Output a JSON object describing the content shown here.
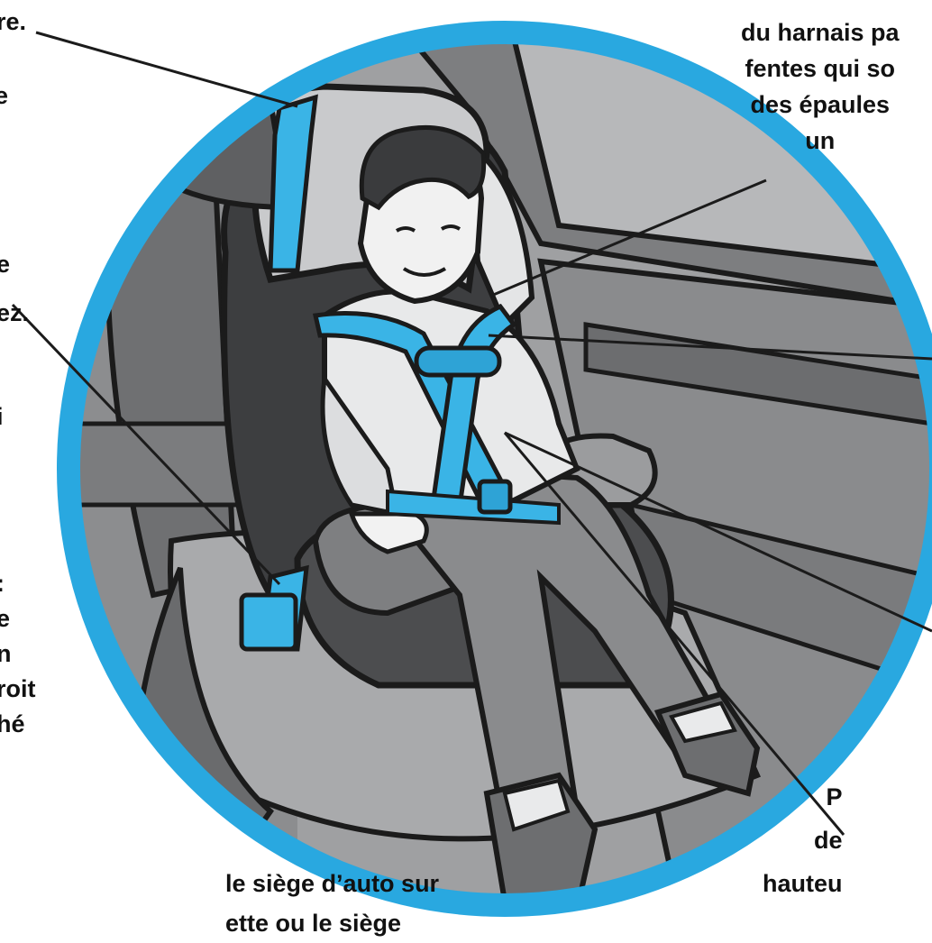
{
  "colors": {
    "ring": "#29a8e0",
    "harness": "#3ab4e6",
    "harness_dark": "#1b8fc2",
    "car_grey": "#9a9b9d",
    "seat_dark": "#3d3e40",
    "shirt": "#e8e9ea",
    "pants": "#8a8b8d",
    "outline": "#1b1b1b",
    "background": "#ffffff"
  },
  "labels": {
    "top_left": "re.",
    "left_2": "e",
    "left_3": "e\nez.",
    "left_4": "i",
    "left_5": ":\ne\nn\nroit\nhé",
    "bottom_left": "le siège d’auto sur\nette ou le siège",
    "top_right": "du harnais pa\nfentes qui so\ndes épaules\nun",
    "bottom_right": "P\nde\nhauteu"
  },
  "illustration": {
    "subject": "child seated in forward-facing car seat with five-point harness",
    "icons": [
      "car-seat-icon",
      "harness-clip-icon",
      "buckle-icon",
      "sneaker-icon"
    ]
  }
}
